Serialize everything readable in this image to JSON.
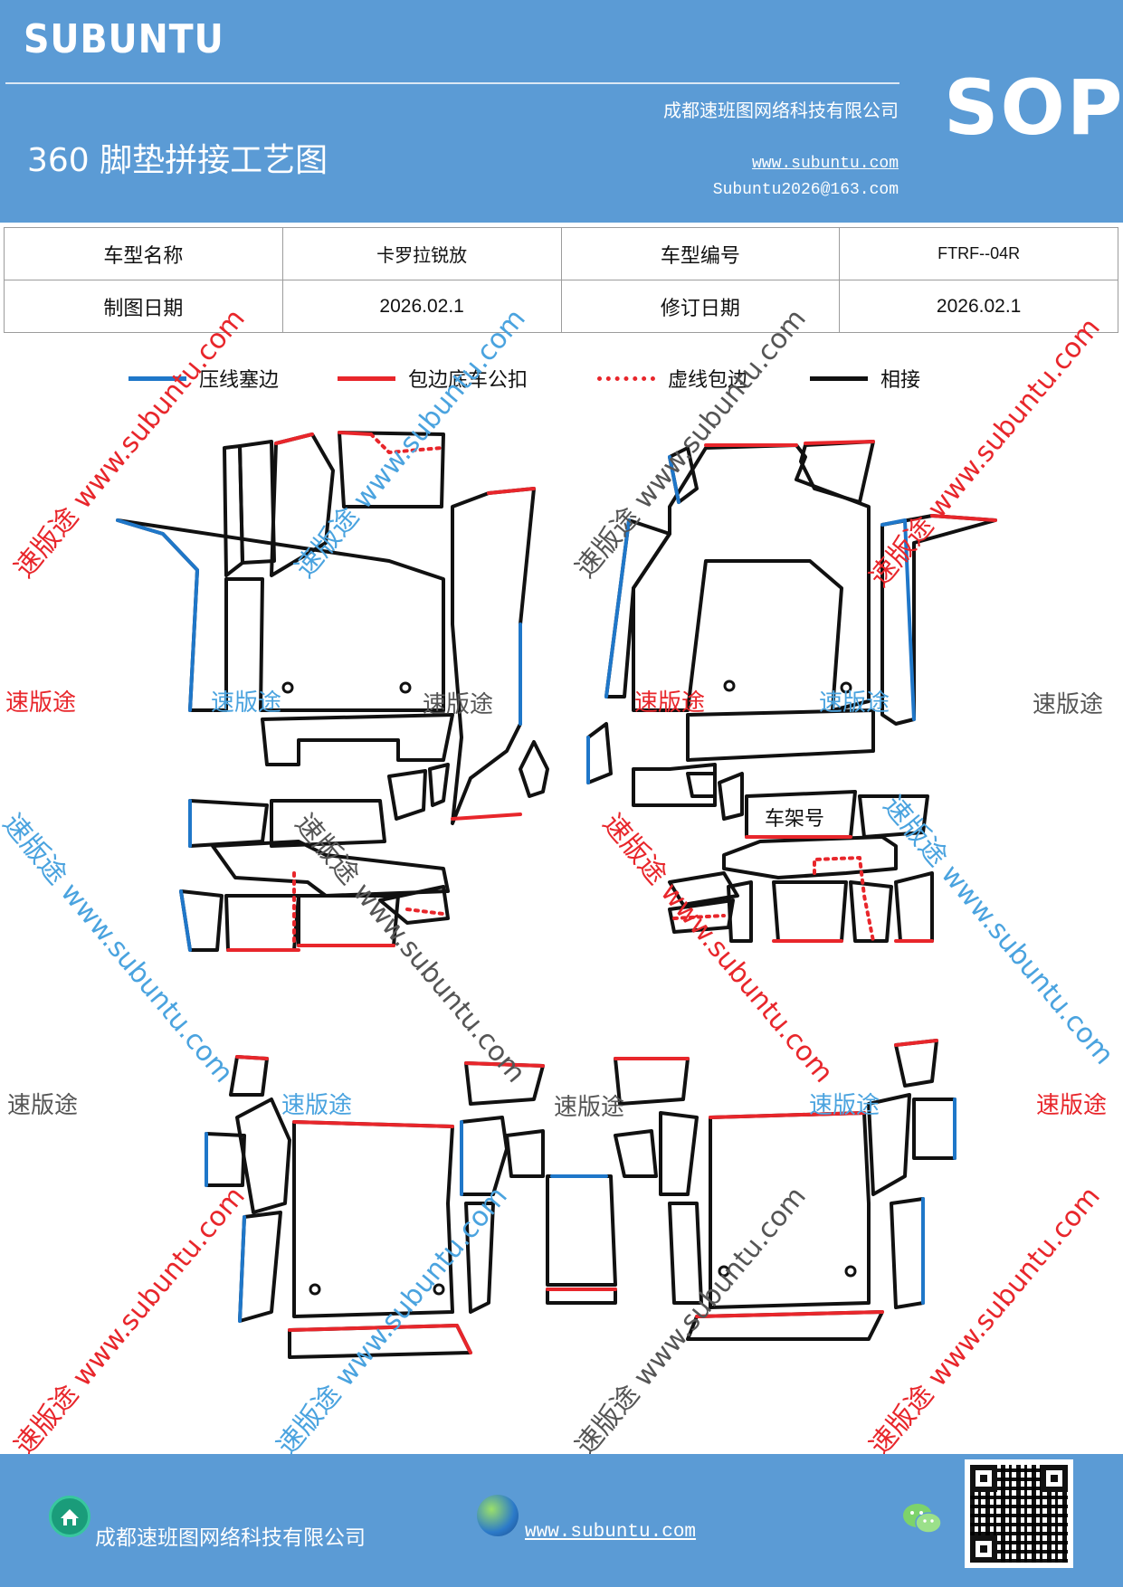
{
  "header": {
    "brand": "SUBUNTU",
    "doc_title": "360 脚垫拼接工艺图",
    "company": "成都速班图网络科技有限公司",
    "website": "www.subuntu.com",
    "email": "Subuntu2026@163.com",
    "badge": "SOP",
    "background_color": "#5b9bd5"
  },
  "info": {
    "model_name_label": "车型名称",
    "model_name_value": "卡罗拉锐放",
    "model_code_label": "车型编号",
    "model_code_value": "FTRF--04R",
    "draw_date_label": "制图日期",
    "draw_date_value": "2026.02.1",
    "revise_date_label": "修订日期",
    "revise_date_value": "2026.02.1"
  },
  "legend": [
    {
      "label": "压线塞边",
      "color": "#1f77c9",
      "style": "solid"
    },
    {
      "label": "包边底车公扣",
      "color": "#e8262b",
      "style": "solid"
    },
    {
      "label": "虚线包边",
      "color": "#e8262b",
      "style": "dotted"
    },
    {
      "label": "相接",
      "color": "#111111",
      "style": "solid"
    }
  ],
  "diagram": {
    "frame_number_label": "车架号"
  },
  "watermarks": {
    "short": "速版途",
    "long": "速版途 www.subuntu.com"
  },
  "footer": {
    "company": "成都速班图网络科技有限公司",
    "website": "www.subuntu.com",
    "icons": [
      "home-icon",
      "globe-icon",
      "wechat-icon",
      "qr-code"
    ]
  }
}
